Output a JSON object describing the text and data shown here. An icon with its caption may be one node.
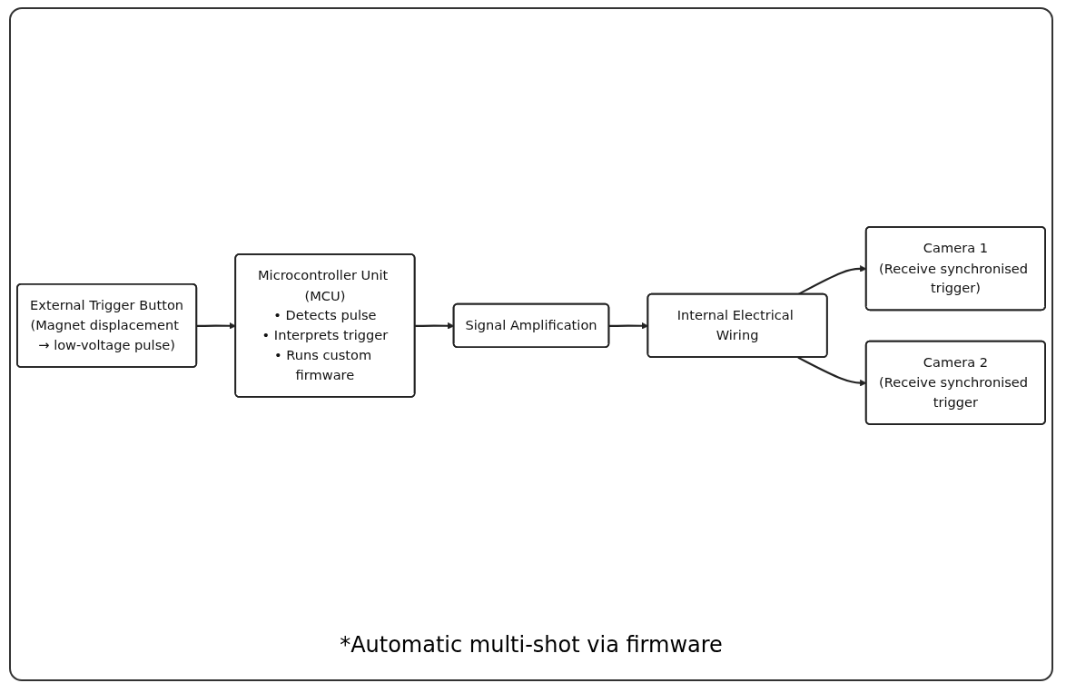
{
  "diagram": {
    "nodes": [
      {
        "text": [
          "External Trigger Button",
          "(Magnet displacement → low-voltage pulse)"
        ]
      },
      {
        "text": [
          "Microcontroller Unit (MCU)",
          "• Detects pulse",
          "• Interprets trigger",
          "• Runs custom firmware"
        ]
      },
      {
        "text": [
          "Signal Amplification"
        ]
      },
      {
        "text": [
          "Internal Electrical Wiring"
        ]
      },
      {
        "text": [
          "Camera 1",
          "(Receive synchronised trigger)"
        ]
      },
      {
        "text": [
          "Camera 2",
          "(Receive synchronised trigger"
        ]
      }
    ],
    "edges": [
      {
        "from": 0,
        "to": 1,
        "arrow": "to"
      },
      {
        "from": 1,
        "to": 2,
        "arrow": "to"
      },
      {
        "from": 2,
        "to": 3,
        "arrow": "to"
      },
      {
        "from": 3,
        "to": 4,
        "arrow": "to"
      },
      {
        "from": 3,
        "to": 5,
        "arrow": "to"
      }
    ],
    "labels": [
      "*Automatic multi-shot via firmware"
    ]
  }
}
